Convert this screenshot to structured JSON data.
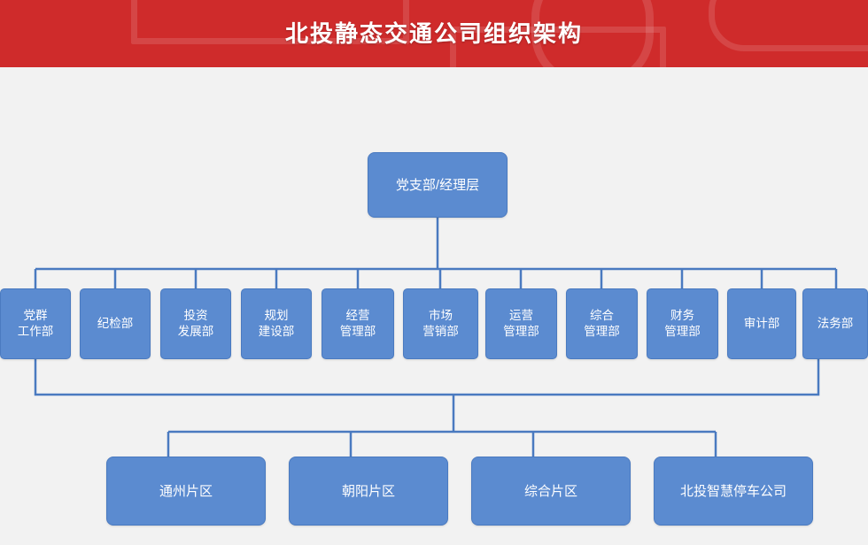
{
  "header": {
    "title": "北投静态交通公司组织架构",
    "background_color": "#cf2b2b",
    "text_color": "#ffffff"
  },
  "theme": {
    "node_fill": "#5b8bd0",
    "node_border": "#4a7ac0",
    "connector_color": "#4a7ac0",
    "canvas_background": "#f2f2f2"
  },
  "chart_data": {
    "type": "diagram",
    "diagram_type": "org-chart",
    "title": "北投静态交通公司组织架构",
    "levels": [
      {
        "name": "root",
        "nodes": [
          {
            "id": "root",
            "label": "党支部/经理层"
          }
        ]
      },
      {
        "name": "departments",
        "nodes": [
          {
            "id": "d1",
            "label": "党群\n工作部"
          },
          {
            "id": "d2",
            "label": "纪检部"
          },
          {
            "id": "d3",
            "label": "投资\n发展部"
          },
          {
            "id": "d4",
            "label": "规划\n建设部"
          },
          {
            "id": "d5",
            "label": "经营\n管理部"
          },
          {
            "id": "d6",
            "label": "市场\n营销部"
          },
          {
            "id": "d7",
            "label": "运营\n管理部"
          },
          {
            "id": "d8",
            "label": "综合\n管理部"
          },
          {
            "id": "d9",
            "label": "财务\n管理部"
          },
          {
            "id": "d10",
            "label": "审计部"
          },
          {
            "id": "d11",
            "label": "法务部"
          }
        ]
      },
      {
        "name": "regions",
        "nodes": [
          {
            "id": "r1",
            "label": "通州片区"
          },
          {
            "id": "r2",
            "label": "朝阳片区"
          },
          {
            "id": "r3",
            "label": "综合片区"
          },
          {
            "id": "r4",
            "label": "北投智慧停车公司"
          }
        ]
      }
    ],
    "edges": [
      {
        "from": "root",
        "to": "departments"
      },
      {
        "from": "departments",
        "to": "regions"
      }
    ]
  }
}
